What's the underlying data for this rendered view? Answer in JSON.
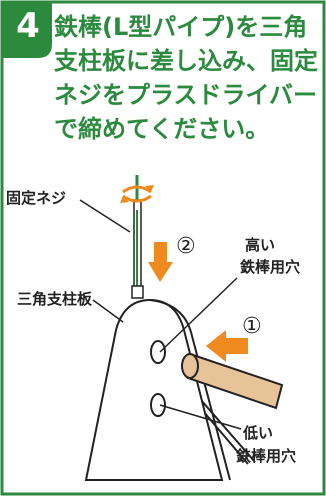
{
  "step_number": "4",
  "instruction_lines": [
    "鉄棒(L型パイプ)を三角",
    "支柱板に差し込み、固定",
    "ネジをプラスドライバー",
    "で締めてください。"
  ],
  "labels": {
    "fixing_screw": "固定ネジ",
    "triangle_board": "三角支柱板",
    "high_hole_line1": "高い",
    "high_hole_line2": "鉄棒用穴",
    "low_hole_line1": "低い",
    "low_hole_line2": "鉄棒用穴"
  },
  "step_markers": {
    "insert_pipe": "①",
    "tighten_screw": "②"
  },
  "colors": {
    "brand_green": "#2b8a3e",
    "arrow_orange": "#ef8a1f",
    "pipe_tan": "#e7c39a",
    "outline": "#222222"
  },
  "icons": [
    "rotation-arrow-icon",
    "arrow-down-icon",
    "arrow-left-icon"
  ]
}
